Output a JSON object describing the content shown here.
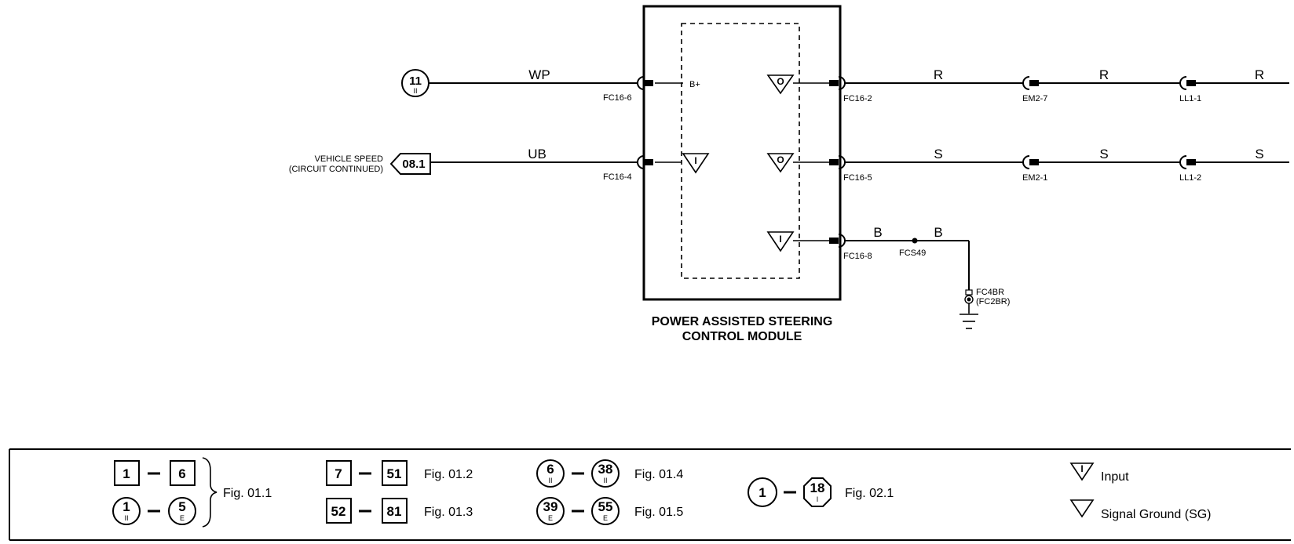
{
  "module": {
    "title_line1": "POWER ASSISTED STEERING",
    "title_line2": "CONTROL MODULE",
    "pin_bplus": "B+"
  },
  "wires": {
    "wp": "WP",
    "ub": "UB",
    "r1": "R",
    "r2": "R",
    "r3": "R",
    "s1": "S",
    "s2": "S",
    "s3": "S",
    "b1": "B",
    "b2": "B"
  },
  "connectors": {
    "fc16_6": "FC16-6",
    "fc16_4": "FC16-4",
    "fc16_2": "FC16-2",
    "fc16_5": "FC16-5",
    "fc16_8": "FC16-8",
    "em2_7": "EM2-7",
    "em2_1": "EM2-1",
    "ll1_1": "LL1-1",
    "ll1_2": "LL1-2",
    "fcs49": "FCS49",
    "fc4br": "FC4BR",
    "fc2br": "(FC2BR)"
  },
  "pins": {
    "out1": "O",
    "in1": "I",
    "out2": "O",
    "in2": "I"
  },
  "refs": {
    "power_num": "11",
    "power_sub": "II",
    "vehicle_speed_line1": "VEHICLE SPEED",
    "vehicle_speed_line2": "(CIRCUIT CONTINUED)",
    "vehicle_speed_ref": "08.1"
  },
  "legend": {
    "g1": {
      "a": "1",
      "b": "6",
      "c": "1",
      "c_sub": "II",
      "d": "5",
      "d_sub": "E",
      "fig": "Fig. 01.1"
    },
    "g2": {
      "a": "7",
      "b": "51",
      "fig": "Fig. 01.2",
      "c": "52",
      "d": "81",
      "fig2": "Fig. 01.3"
    },
    "g3": {
      "a": "6",
      "a_sub": "II",
      "b": "38",
      "b_sub": "II",
      "fig": "Fig. 01.4",
      "c": "39",
      "c_sub": "E",
      "d": "55",
      "d_sub": "E",
      "fig2": "Fig. 01.5"
    },
    "g4": {
      "a": "1",
      "b": "18",
      "b_sub": "I",
      "fig": "Fig. 02.1"
    },
    "input_symbol": "I",
    "input_label": "Input",
    "sg_label": "Signal Ground (SG)"
  }
}
